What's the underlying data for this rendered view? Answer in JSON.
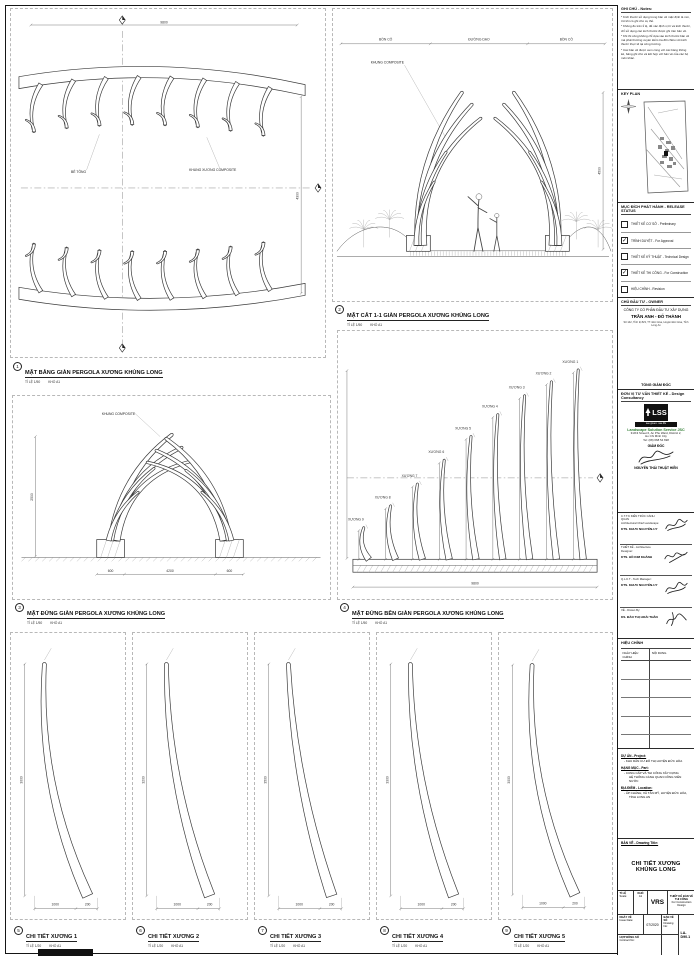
{
  "views": {
    "plan": {
      "num": "1",
      "title": "MẶT BẰNG GIÀN PERGOLA XƯƠNG KHỦNG LONG",
      "scale": "TỈ LỆ 1/50",
      "paper": "KHỔ A1",
      "label_concrete": "BÊ TÔNG",
      "label_frame": "KHUNG XƯƠNG COMPOSITE",
      "dim_top": "9800",
      "dim_right": "4300"
    },
    "section": {
      "num": "2",
      "title": "MẶT CẮT 1-1 GIÀN PERGOLA XƯƠNG KHỦNG LONG",
      "scale": "TỈ LỆ 1/50",
      "paper": "KHỔ A1",
      "label_frame": "KHUNG COMPOSITE",
      "dim_seg1": "BỒN CỎ",
      "dim_seg2": "ĐƯỜNG DẠO",
      "dim_seg3": "BỒN CỎ",
      "dim_right": "4500"
    },
    "front": {
      "num": "3",
      "title": "MẶT ĐỨNG GIÀN PERGOLA XƯƠNG KHỦNG LONG",
      "scale": "TỈ LỆ 1/50",
      "paper": "KHỔ A1",
      "label_frame": "KHUNG COMPOSITE",
      "dim_b1": "600",
      "dim_b2": "4200",
      "dim_b3": "600",
      "dim_left": "2500"
    },
    "side": {
      "num": "4",
      "title": "MẶT ĐỨNG BÊN GIÀN PERGOLA XƯƠNG KHỦNG LONG",
      "scale": "TỈ LỆ 1/50",
      "paper": "KHỔ A1",
      "bones": [
        "XƯƠNG 9",
        "XƯƠNG 8",
        "XƯƠNG 7",
        "XƯƠNG 6",
        "XƯƠNG 5",
        "XƯƠNG 4",
        "XƯƠNG 3",
        "XƯƠNG 2",
        "XƯƠNG 1"
      ],
      "dim_bottom": "9800"
    },
    "details": [
      {
        "num": "5",
        "title": "CHI TIẾT XƯƠNG 1",
        "scale": "TỈ LỆ 1/20",
        "paper": "KHỔ A1",
        "dim_h": "3000",
        "dim_w1": "1000",
        "dim_w2": "200"
      },
      {
        "num": "6",
        "title": "CHI TIẾT XƯƠNG 2",
        "scale": "TỈ LỆ 1/20",
        "paper": "KHỔ A1",
        "dim_h": "3200",
        "dim_w1": "1000",
        "dim_w2": "200"
      },
      {
        "num": "7",
        "title": "CHI TIẾT XƯƠNG 3",
        "scale": "TỈ LỆ 1/20",
        "paper": "KHỔ A1",
        "dim_h": "3500",
        "dim_w1": "1000",
        "dim_w2": "200"
      },
      {
        "num": "8",
        "title": "CHI TIẾT XƯƠNG 4",
        "scale": "TỈ LỆ 1/20",
        "paper": "KHỔ A1",
        "dim_h": "3300",
        "dim_w1": "1000",
        "dim_w2": "200"
      },
      {
        "num": "9",
        "title": "CHI TIẾT XƯƠNG 5",
        "scale": "TỈ LỆ 1/20",
        "paper": "KHỔ A1",
        "dim_h": "3000",
        "dim_w1": "1000",
        "dim_w2": "200"
      }
    ]
  },
  "titleblock": {
    "notes": {
      "header": "GHI CHÚ - Notes:",
      "items": [
        "* Kích thước sử dụng trong bản vẽ mặc định là mm, trừ khi có ghi chú cụ thể.",
        "* Không đo trên tỉ lệ, để xác định vị trí và kích thước, chỉ sử dụng các kích thước được ghi trên bản vẽ.",
        "* Khi thi công không chỉ dựa vào kích thước bản vẽ mà phải thường xuyên kiểm tra đối chiếu với kích thước thực tế tại công trường.",
        "* Các bản vẽ được xem cùng với các bảng thống kê, bảng ghi chú và kết hợp với bản vẽ của các bộ môn khác."
      ]
    },
    "keyplan": {
      "label": "KEY PLAN"
    },
    "release": {
      "header": "MỤC ĐÍCH PHÁT HÀNH - RELEASE STATUS",
      "items": [
        {
          "label": "THIẾT KẾ CƠ SỞ - Preliminary",
          "mark": ""
        },
        {
          "label": "TRÌNH DUYỆT - For Approval",
          "mark": "✓"
        },
        {
          "label": "THIẾT KẾ KỸ THUẬT - Technical Design",
          "mark": ""
        },
        {
          "label": "THIẾT KẾ THI CÔNG - For Construction",
          "mark": "✓"
        },
        {
          "label": "HIỆU CHỈNH - Revision",
          "mark": ""
        }
      ]
    },
    "owner": {
      "header": "CHỦ ĐẦU TƯ - OWNER",
      "line1": "CÔNG TY CỔ PHẦN ĐẦU TƯ XÂY DỰNG",
      "line2": "TRẦN ANH - ĐỖ THÀNH",
      "address": "Số 142, Tỉnh lộ 823, TT. Đức Hòa, Huyện Đức Hòa, Tỉnh Long An",
      "sign_title": "TỔNG GIÁM ĐỐC"
    },
    "consultant": {
      "header": "ĐƠN VỊ TƯ VẤN THIẾT KẾ - Design Consultancy",
      "logo_text": "LSS",
      "logo_tag": "see green...see life",
      "name": "Landscape Solution Service JSC",
      "addr1": "31/K3 Street 6, An Phu Ward, District 2,",
      "addr2": "Ho Chi Minh City",
      "tel": "Tel: (08) 668 54 698",
      "sign_title": "GIÁM ĐỐC",
      "sign_name": "NGUYỄN THÁI THUẬT HIỀN"
    },
    "personnel": [
      {
        "line1": "C.T.T.K KIẾN TRÚC CẢNH QUAN",
        "line2": "Architectural Chief Landscape:",
        "name": "KTS. KHƯU NGUYỄN-UY"
      },
      {
        "line1": "THIẾT KẾ - Architecture Designer:",
        "line2": "",
        "name": "KTS. HỒ KIM KHÁNH"
      },
      {
        "line1": "Q.L.K.T - Tech Manager:",
        "line2": "",
        "name": "KTS. KHƯU NGUYỄN-UY"
      },
      {
        "line1": "VẼ - Drawn By:",
        "line2": "",
        "name": "KS. ĐÀO THỊ HOÀI THÂN"
      }
    ],
    "revision": {
      "header": "HIỆU CHỈNH",
      "col_date": "NGÀY HIỆU CHỈNH",
      "col_content": "NỘI DUNG"
    },
    "project": {
      "label": "DỰ ÁN - Project:",
      "value": "KHU DÂN CƯ ĐÔ THỊ HUYỆN ĐỨC HÒA",
      "part_label": "HẠNG MỤC - Part:",
      "part1": "CUNG CẤP VÀ THI CÔNG XÂY DỰNG",
      "part2": "HỆ THỐNG CẢNH QUAN CÔNG VIÊN NƯỚC",
      "loc_label": "ĐỊA ĐIỂM - Location:",
      "loc1": "ẤP CHÁNH, XÃ TÂN MỸ, HUYỆN ĐỨC HÒA,",
      "loc2": "TỈNH LONG AN"
    },
    "drawing": {
      "label": "BẢN VẼ - Drawing Title:",
      "title": "CHI TIẾT XƯƠNG KHỦNG LONG"
    },
    "stamp": {
      "scale_label": "TỈ LỆ",
      "scale_en": "Scale:",
      "size_label": "KHỔ",
      "size_val": "A1",
      "vrs": "VRS",
      "status1": "THIẾT KẾ BẢN VẼ THI CÔNG",
      "status2": "For Construction Design",
      "date_label": "NGÀY VẼ",
      "date_en": "Issue Date:",
      "date_val": "07/2020",
      "no_label": "BẢN VẼ SỐ",
      "no_en": "Drawing No:",
      "no_val": "LA-D90.1",
      "contract_label": "HỢP ĐỒNG SỐ",
      "contract_en": "Contract No:"
    }
  }
}
